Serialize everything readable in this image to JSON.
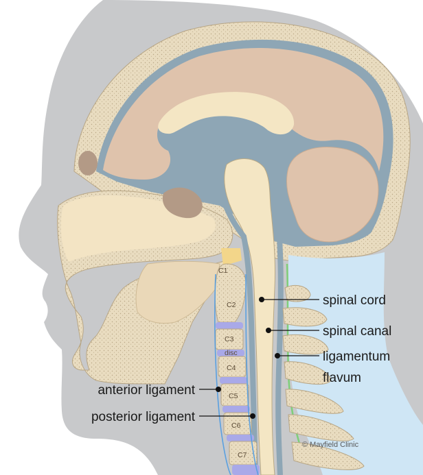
{
  "labels": {
    "spinal_cord": "spinal cord",
    "spinal_canal": "spinal canal",
    "ligamentum_1": "ligamentum",
    "ligamentum_2": "flavum",
    "anterior_ligament": "anterior ligament",
    "posterior_ligament": "posterior ligament"
  },
  "vertebrae": {
    "c1": "C1",
    "c2": "C2",
    "c3": "C3",
    "disc": "disc",
    "c4": "C4",
    "c5": "C5",
    "c6": "C6",
    "c7": "C7"
  },
  "copyright": "© Mayfield Clinic",
  "colors": {
    "head_silhouette": "#c8c9cb",
    "skull_bone": "#e9dcc0",
    "brain": "#dfc3ac",
    "csf": "#8ea6b5",
    "spinal_cord": "#f4e6c4",
    "disc": "#a9a9e8",
    "ligament_green": "#7fcf7a",
    "soft_tissue_blue": "#cfe6f5"
  }
}
